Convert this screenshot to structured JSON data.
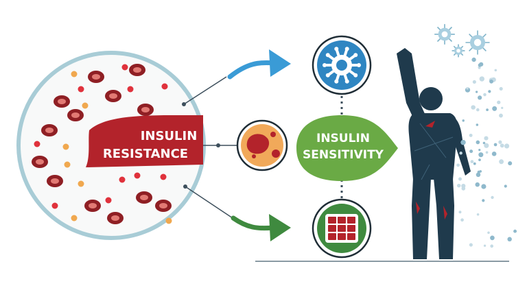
{
  "labels": {
    "resistance_line1": "INSULIN",
    "resistance_line2": "RESISTANCE",
    "sensitivity_line1": "INSULIN",
    "sensitivity_line2": "SENSITIVITY"
  },
  "icons": {
    "virus": "virus-icon",
    "fat_cell": "fat-cell-icon",
    "muscle_grid": "muscle-grid-icon",
    "human_figure": "human-silhouette-icon",
    "particles": "virus-particles-icon"
  },
  "colors": {
    "resistance_red": "#b3232b",
    "sensitivity_green": "#6aaa45",
    "virus_blue": "#2f86c2",
    "figure_navy": "#1f3a4c",
    "arrow_blue": "#3a9bd6",
    "arrow_green": "#3f8a3f",
    "cell_ring": "#a8ccd6",
    "fat_orange": "#f1a95a",
    "fat_red": "#b3232b"
  }
}
